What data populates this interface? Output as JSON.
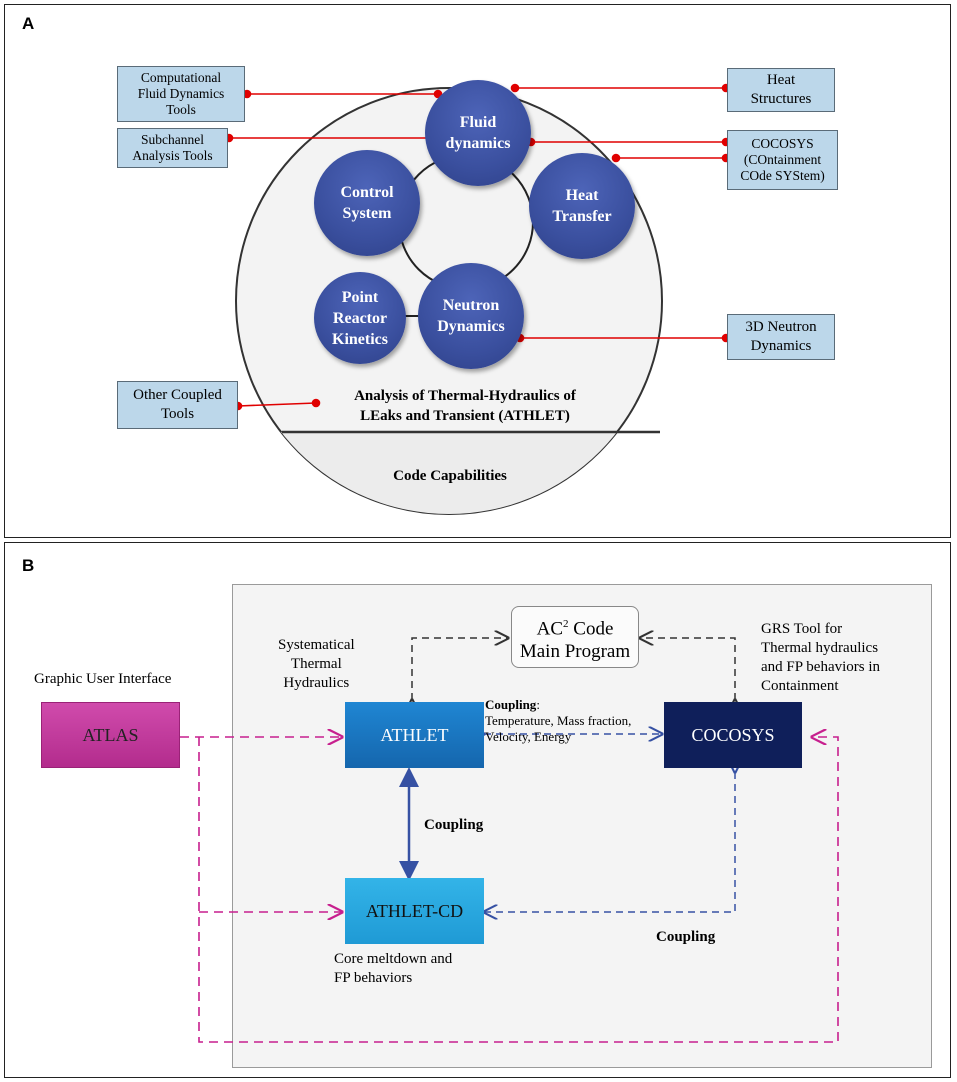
{
  "panelA": {
    "label": "A",
    "left_boxes": [
      {
        "lines": [
          "Computational",
          "Fluid Dynamics",
          "Tools"
        ]
      },
      {
        "lines": [
          "Subchannel",
          "Analysis Tools"
        ]
      },
      {
        "lines": [
          "Other Coupled",
          "Tools"
        ]
      }
    ],
    "right_boxes": [
      {
        "lines": [
          "Heat",
          "Structures"
        ]
      },
      {
        "lines": [
          "COCOSYS",
          "(COntainment",
          "COde SYStem)"
        ]
      },
      {
        "lines": [
          "3D Neutron",
          "Dynamics"
        ]
      }
    ],
    "modules": [
      {
        "lines": [
          "Fluid",
          "dynamics"
        ]
      },
      {
        "lines": [
          "Heat",
          "Transfer"
        ]
      },
      {
        "lines": [
          "Control",
          "System"
        ]
      },
      {
        "lines": [
          "Neutron",
          "Dynamics"
        ]
      },
      {
        "lines": [
          "Point",
          "Reactor",
          "Kinetics"
        ]
      }
    ],
    "title_lines": [
      "Analysis of Thermal-Hydraulics of",
      "LEaks and Transient (ATHLET)"
    ],
    "base_label": "Code Capabilities",
    "colors": {
      "module_fill": "#3d52a3",
      "box_fill": "#bcd7ea",
      "connector": "#e00000"
    }
  },
  "panelB": {
    "label": "B",
    "main_program": {
      "prefix": "AC",
      "superscript": "2",
      "suffix": " Code",
      "line2": "Main Program"
    },
    "nodes": {
      "atlas": "ATLAS",
      "athlet": "ATHLET",
      "cocosys": "COCOSYS",
      "athlet_cd": "ATHLET-CD"
    },
    "annotations": {
      "gui": "Graphic User Interface",
      "athlet_desc": [
        "Systematical",
        "Thermal",
        "Hydraulics"
      ],
      "cocosys_desc": [
        "GRS Tool for",
        "Thermal hydraulics",
        "and FP behaviors in",
        "Containment"
      ],
      "cd_desc": [
        "Core meltdown and",
        "FP behaviors"
      ],
      "coupling_bold": "Coupling",
      "coupling_colon": ":",
      "coupling_vars": [
        "Temperature, Mass fraction,",
        "Velocity, Energy"
      ],
      "coupling_vertical": "Coupling",
      "coupling_bottom": "Coupling"
    },
    "colors": {
      "atlas": "#c2389c",
      "athlet": "#1976c2",
      "cocosys": "#0f1f5a",
      "athlet_cd": "#29a9e0",
      "magenta_line": "#c71f8e",
      "blue_line": "#3651a3",
      "gray_line": "#333333"
    }
  }
}
